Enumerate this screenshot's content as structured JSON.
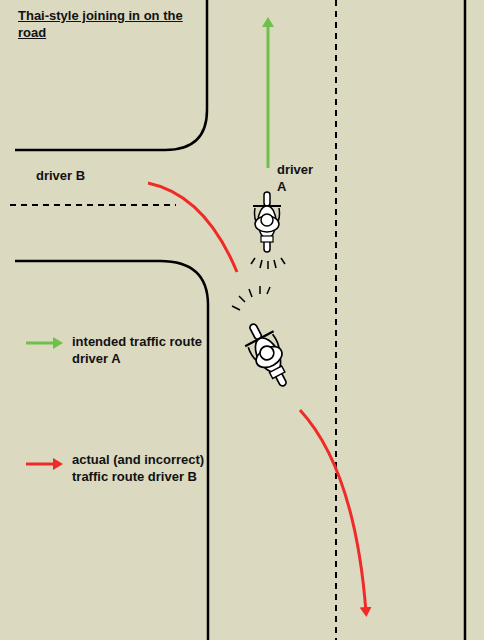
{
  "diagram": {
    "title": "Thai-style joining in on the road",
    "labels": [
      "driver B",
      "driver A"
    ],
    "legend": [
      {
        "text": "intended traffic route driver A"
      },
      {
        "text": "actual (and incorrect) traffic route driver B"
      }
    ]
  }
}
